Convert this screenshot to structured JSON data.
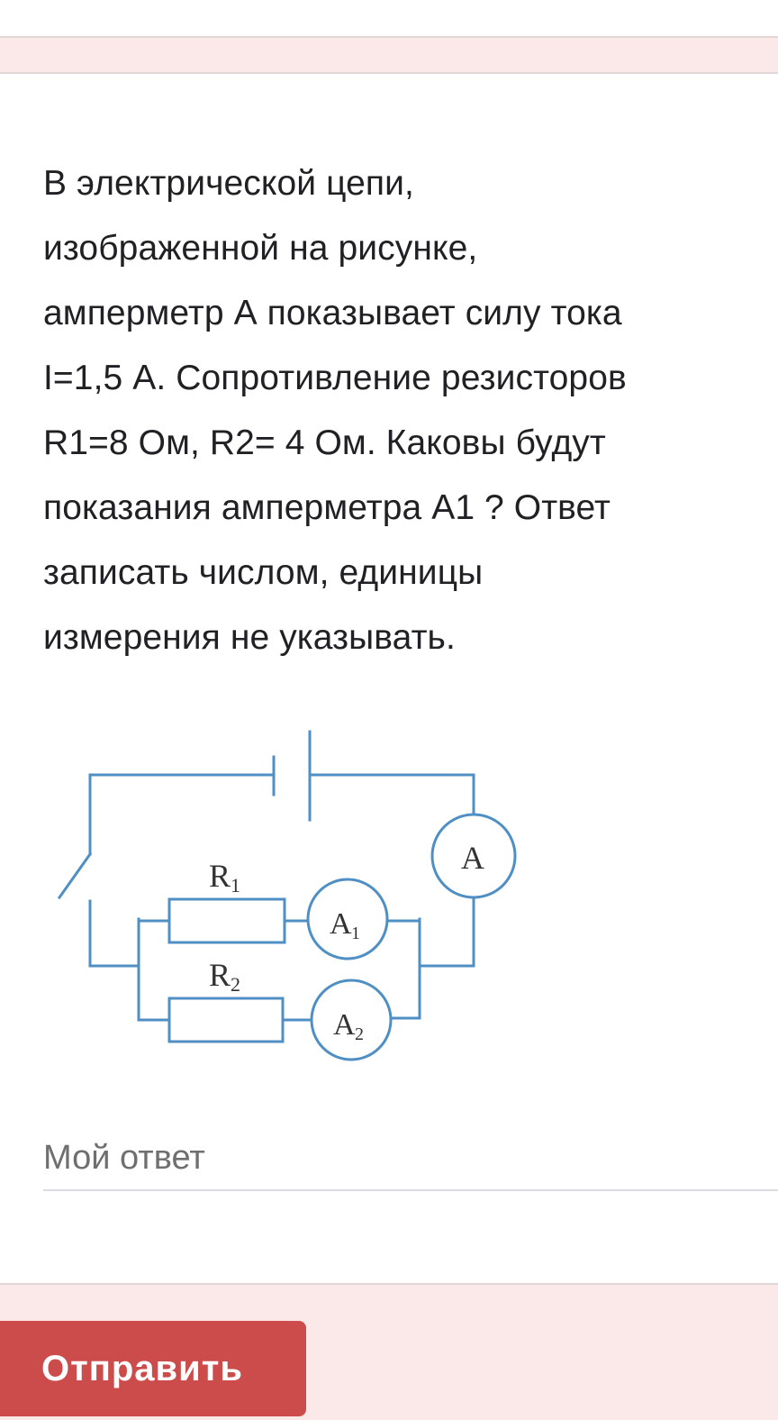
{
  "question": {
    "text": "В электрической цепи,\nизображенной на рисунке,\nамперметр А показывает силу тока\nI=1,5 А. Сопротивление резисторов\nR1=8 Ом, R2= 4 Ом. Каковы будут\nпоказания амперметра А1 ? Ответ\nзаписать числом, единицы\nизмерения не указывать."
  },
  "circuit": {
    "wire_color": "#4f8fc4",
    "resistor_1": {
      "label": "R",
      "subscript": "1"
    },
    "resistor_2": {
      "label": "R",
      "subscript": "2"
    },
    "ammeter_main": {
      "label": "A"
    },
    "ammeter_1": {
      "label": "A",
      "subscript": "1"
    },
    "ammeter_2": {
      "label": "A",
      "subscript": "2"
    }
  },
  "answer": {
    "placeholder": "Мой ответ",
    "value": ""
  },
  "submit": {
    "label": "Отправить"
  },
  "colors": {
    "accent": "#cc4c4c",
    "page_background": "#fbe8e8",
    "text": "#202124"
  }
}
